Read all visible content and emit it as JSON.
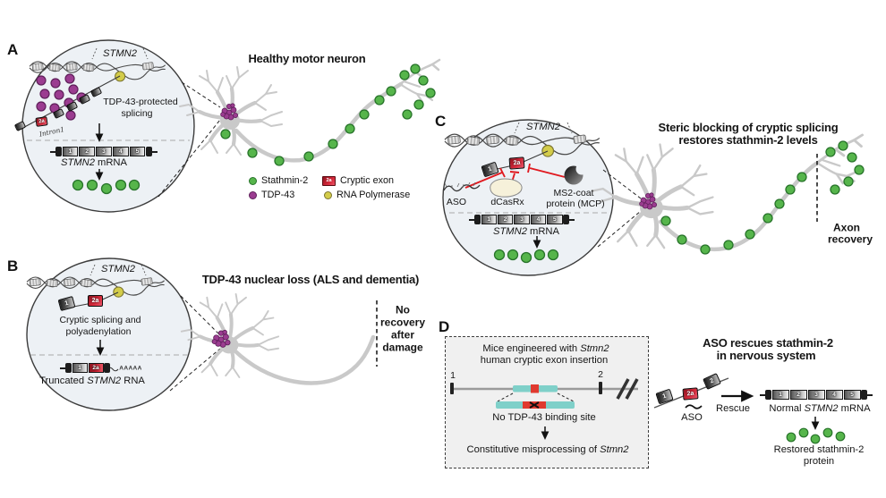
{
  "colors": {
    "stathmin2_green": "#56b54b",
    "tdp43_purple": "#9b3c90",
    "rna_polymerase_yellow": "#d3cc4a",
    "cryptic_exon_red": "#d6293a",
    "inhibition_red": "#e0191f",
    "cryptic_insert_teal": "#7fd0c9",
    "circle_fill": "#edf1f5",
    "neuron_gray": "#c9c9c9"
  },
  "legend": {
    "items": [
      {
        "label": "Stathmin-2"
      },
      {
        "label": "TDP-43"
      },
      {
        "label": "Cryptic exon",
        "swatch_text": "2a"
      },
      {
        "label": "RNA Polymerase"
      }
    ]
  },
  "panel_a": {
    "letter": "A",
    "title": "Healthy motor neuron",
    "gene": "STMN2",
    "intron": "Intron1",
    "process_l1": "TDP-43-protected",
    "process_l2": "splicing",
    "cryptic": "2a",
    "mrna_gene": "STMN2",
    "mrna_suffix": " mRNA",
    "exons": [
      "1",
      "2",
      "3",
      "4",
      "5"
    ]
  },
  "panel_b": {
    "letter": "B",
    "title": "TDP-43 nuclear loss (ALS and dementia)",
    "gene": "STMN2",
    "process_l1": "Cryptic splicing and",
    "process_l2": "polyadenylation",
    "pre_exon1": "1",
    "cryptic": "2a",
    "bar_exon1": "1",
    "bar_cryptic": "2a",
    "polya": "AAAAA",
    "trunc_prefix": "Truncated ",
    "trunc_gene": "STMN2",
    "trunc_suffix": " RNA",
    "no_recovery_lines": [
      "No",
      "recovery",
      "after",
      "damage"
    ]
  },
  "panel_c": {
    "letter": "C",
    "title_l1": "Steric blocking of cryptic splicing",
    "title_l2": "restores stathmin-2 levels",
    "gene": "STMN2",
    "pre_exon1": "1",
    "cryptic": "2a",
    "aso": "ASO",
    "dcasrx": "dCasRx",
    "mcp_l1": "MS2-coat",
    "mcp_l2": "protein (MCP)",
    "mrna_gene": "STMN2",
    "mrna_suffix": " mRNA",
    "exons": [
      "1",
      "2",
      "3",
      "4",
      "5"
    ],
    "axon_l1": "Axon",
    "axon_l2": "recovery"
  },
  "panel_d": {
    "letter": "D",
    "box_title_prefix": "Mice engineered with ",
    "box_title_gene": "Stmn2",
    "box_title_l2": "human cryptic exon insertion",
    "exon1_tick": "1",
    "exon2_tick": "2",
    "no_binding": "No TDP-43 binding site",
    "misprocessing_prefix": "Constitutive misprocessing of ",
    "misprocessing_gene": "Stmn2",
    "right_title_l1": "ASO rescues stathmin-2",
    "right_title_l2": "in nervous system",
    "pre_exon1": "1",
    "pre_cryptic": "2a",
    "pre_exon2": "2",
    "aso": "ASO",
    "rescue": "Rescue",
    "normal_prefix": "Normal ",
    "normal_gene": "STMN2",
    "normal_suffix": " mRNA",
    "exons": [
      "1",
      "2",
      "3",
      "4",
      "5"
    ],
    "restored_l1": "Restored stathmin-2",
    "restored_l2": "protein"
  }
}
